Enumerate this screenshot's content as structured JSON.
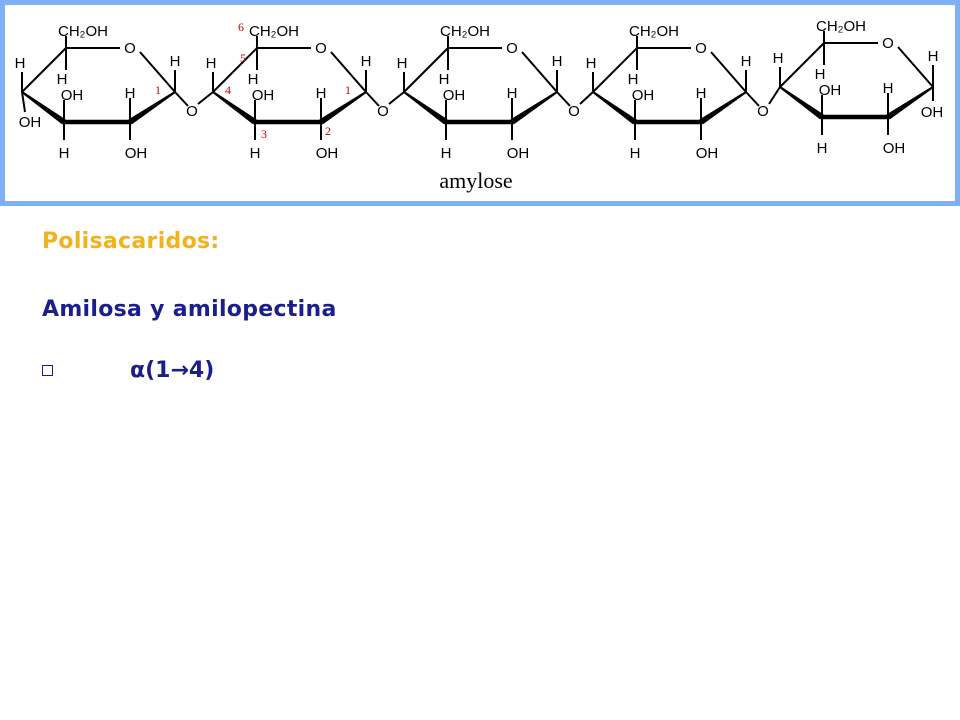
{
  "figure": {
    "caption": "amylose",
    "atoms": {
      "ch2oh": "CH₂OH",
      "oxygen": "O",
      "hydrogen": "H",
      "hydroxyl": "OH"
    },
    "carbon_numbers": [
      "1",
      "2",
      "3",
      "4",
      "5",
      "6",
      "1"
    ],
    "border_color": "#7fb0f5",
    "numbering_color": "#cc0000"
  },
  "heading": "Polisacaridos:",
  "subheading": "Amilosa y amilopectina",
  "bullet": {
    "label": "α(1→4)"
  },
  "colors": {
    "heading": "#f2b21a",
    "body_text": "#1a1f8c"
  }
}
